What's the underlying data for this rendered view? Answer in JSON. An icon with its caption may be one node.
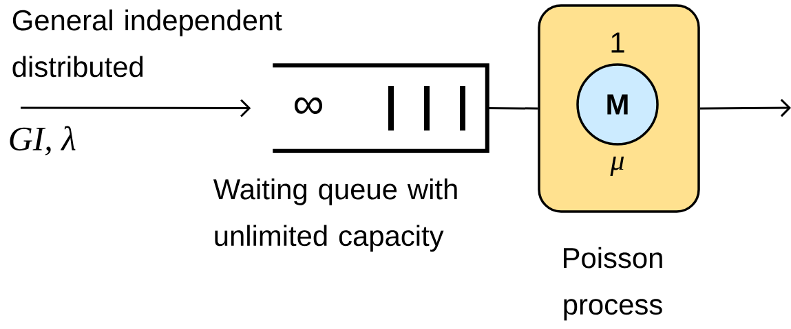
{
  "diagram": {
    "nodes": [
      {
        "text": [
          "∞"
        ],
        "beside": [
          "Waiting queue with unlimited capacity"
        ]
      },
      {
        "text": [
          "1",
          "μ"
        ],
        "beside": [
          "Poisson process"
        ]
      },
      {
        "text": [
          "M"
        ],
        "in": 1
      }
    ],
    "edges": [
      {
        "from": null,
        "to": 0,
        "arrow": "to"
      },
      {
        "from": 0,
        "to": 1,
        "arrow": "none"
      },
      {
        "from": 1,
        "to": null,
        "arrow": "to"
      }
    ],
    "labels": [
      "General independent distributed",
      "GI, λ"
    ]
  }
}
